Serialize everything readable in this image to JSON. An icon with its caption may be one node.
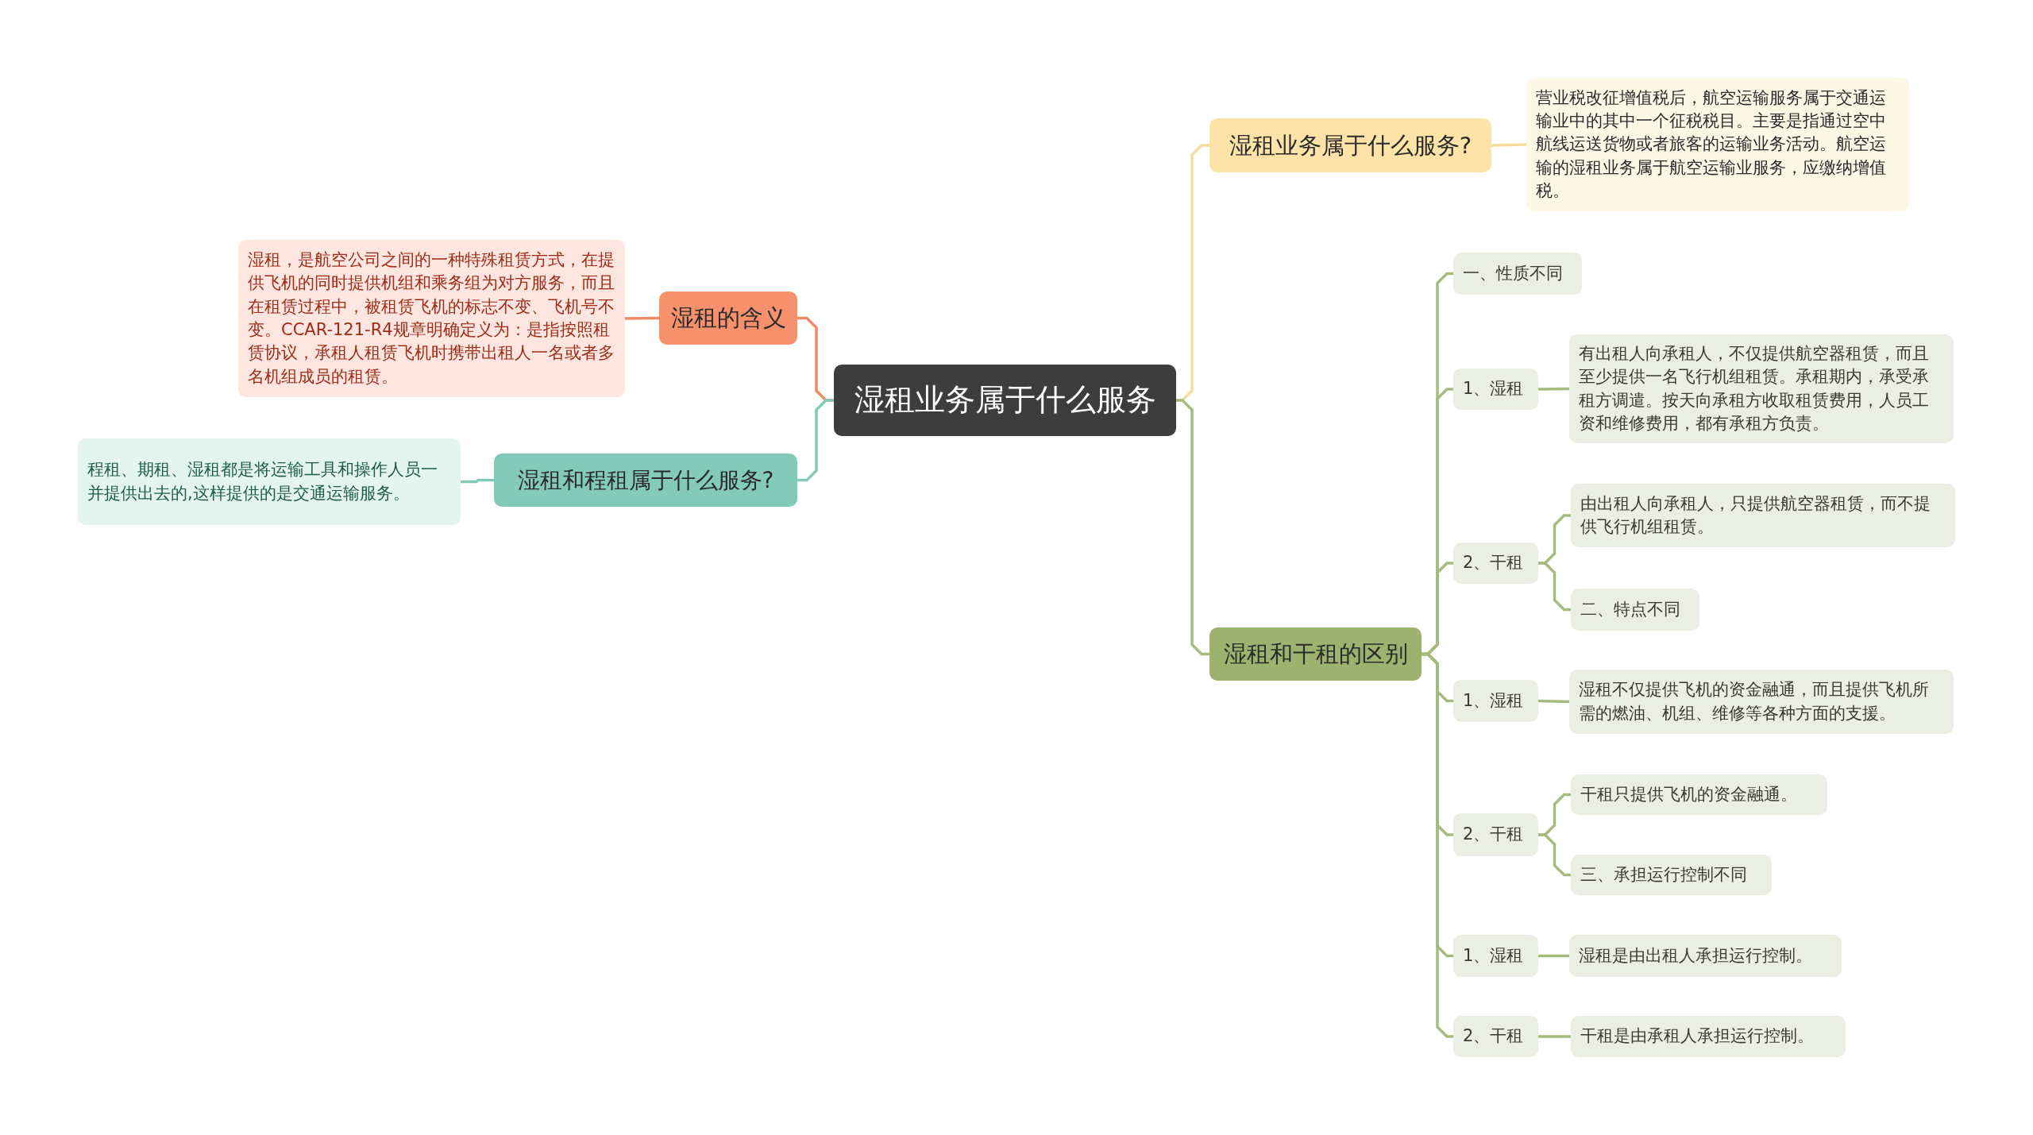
{
  "diagram": {
    "nodes": [
      {
        "text": [
          "湿租业务属于什么服务"
        ]
      },
      {
        "text": [
          "湿租业务属于什么服务?"
        ]
      },
      {
        "text": [
          "营业税改征增值税后，航空运输服务属于交通运输业中的其中一个征税税目。主要是指通过空中航线运送货物或者旅客的运输业务活动。航空运输的湿租业务属于航空运输业服务，应缴纳增值税。"
        ]
      },
      {
        "text": [
          "湿租和干租的区别"
        ]
      },
      {
        "text": [
          "一、性质不同"
        ]
      },
      {
        "text": [
          "1、湿租"
        ]
      },
      {
        "text": [
          "有出租人向承租人，不仅提供航空器租赁，而且至少提供一名飞行机组租赁。承租期内，承受承租方调遣。按天向承租方收取租赁费用，人员工资和维修费用，都有承租方负责。"
        ]
      },
      {
        "text": [
          "2、干租"
        ]
      },
      {
        "text": [
          "由出租人向承租人，只提供航空器租赁，而不提供飞行机组租赁。"
        ]
      },
      {
        "text": [
          "二、特点不同"
        ]
      },
      {
        "text": [
          "1、湿租"
        ]
      },
      {
        "text": [
          "湿租不仅提供飞机的资金融通，而且提供飞机所需的燃油、机组、维修等各种方面的支援。"
        ]
      },
      {
        "text": [
          "2、干租"
        ]
      },
      {
        "text": [
          "干租只提供飞机的资金融通。"
        ]
      },
      {
        "text": [
          "三、承担运行控制不同"
        ]
      },
      {
        "text": [
          "1、湿租"
        ]
      },
      {
        "text": [
          "湿租是由出租人承担运行控制。"
        ]
      },
      {
        "text": [
          "2、干租"
        ]
      },
      {
        "text": [
          "干租是由承租人承担运行控制。"
        ]
      },
      {
        "text": [
          "湿租的含义"
        ]
      },
      {
        "text": [
          "湿租，是航空公司之间的一种特殊租赁方式，在提供飞机的同时提供机组和乘务组为对方服务，而且在租赁过程中，被租赁飞机的标志不变、飞机号不变。CCAR-121-R4规章明确定义为：是指按照租赁协议，承租人租赁飞机时携带出租人一名或者多名机组成员的租赁。"
        ]
      },
      {
        "text": [
          "湿租和程租属于什么服务?"
        ]
      },
      {
        "text": [
          "程租、期租、湿租都是将运输工具和操作人员一并提供出去的,这样提供的是交通运输服务。"
        ]
      }
    ],
    "edges": [
      {
        "from": 0,
        "to": 1,
        "arrow": "none",
        "color": "#f8dc9c"
      },
      {
        "from": 1,
        "to": 2,
        "arrow": "none",
        "color": "#f8dc9c"
      },
      {
        "from": 0,
        "to": 3,
        "arrow": "none"
      },
      {
        "from": 3,
        "to": 4,
        "arrow": "none"
      },
      {
        "from": 3,
        "to": 5,
        "arrow": "none"
      },
      {
        "from": 5,
        "to": 6,
        "arrow": "none"
      },
      {
        "from": 3,
        "to": 7,
        "arrow": "none"
      },
      {
        "from": 7,
        "to": 8,
        "arrow": "none"
      },
      {
        "from": 7,
        "to": 9,
        "arrow": "none"
      },
      {
        "from": 3,
        "to": 10,
        "arrow": "none"
      },
      {
        "from": 10,
        "to": 11,
        "arrow": "none"
      },
      {
        "from": 3,
        "to": 12,
        "arrow": "none"
      },
      {
        "from": 12,
        "to": 13,
        "arrow": "none"
      },
      {
        "from": 12,
        "to": 14,
        "arrow": "none"
      },
      {
        "from": 3,
        "to": 15,
        "arrow": "none"
      },
      {
        "from": 15,
        "to": 16,
        "arrow": "none"
      },
      {
        "from": 3,
        "to": 17,
        "arrow": "none"
      },
      {
        "from": 17,
        "to": 18,
        "arrow": "none"
      },
      {
        "from": 0,
        "to": 19,
        "arrow": "none",
        "color": "#f08a65"
      },
      {
        "from": 19,
        "to": 20,
        "arrow": "none",
        "color": "#f08a65"
      },
      {
        "from": 0,
        "to": 21,
        "arrow": "none",
        "color": "#83cbb8"
      },
      {
        "from": 21,
        "to": 22,
        "arrow": "none",
        "color": "#83cbb8"
      }
    ]
  }
}
